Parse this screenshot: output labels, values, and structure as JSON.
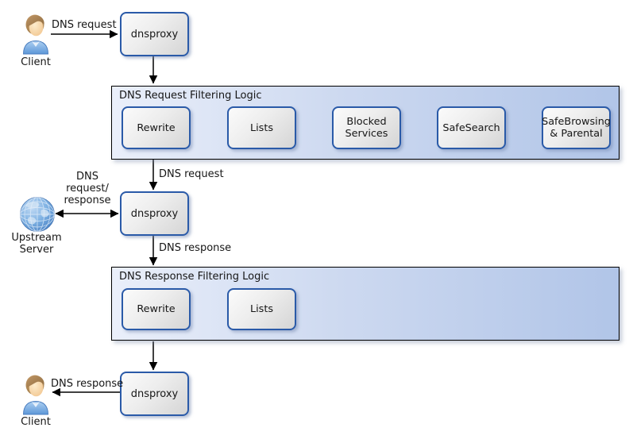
{
  "colors": {
    "node_border_blue": "#2a5aa8",
    "node_fill_light": "#fbfbfb",
    "node_fill_dark": "#d5d5d5",
    "container_fill_left": "#eaeffa",
    "container_fill_right": "#b1c5e8",
    "container_border": "#000000",
    "arrow_color": "#000000",
    "text_color": "#161616"
  },
  "icons": {
    "client_top": "person-icon",
    "upstream": "globe-icon",
    "client_bottom": "person-icon"
  },
  "nodes": {
    "client_top_label": "Client",
    "dnsproxy_top_label": "dnsproxy",
    "upstream_label": "Upstream Server",
    "dnsproxy_middle_label": "dnsproxy",
    "dnsproxy_bottom_label": "dnsproxy",
    "client_bottom_label": "Client"
  },
  "request_pipeline": {
    "title": "DNS Request Filtering Logic",
    "steps": [
      "Rewrite",
      "Lists",
      "Blocked Services",
      "SafeSearch",
      "SafeBrowsing & Parental"
    ]
  },
  "response_pipeline": {
    "title": "DNS Response Filtering Logic",
    "steps": [
      "Rewrite",
      "Lists"
    ]
  },
  "edge_labels": {
    "client_to_proxy": "DNS request",
    "proxy_to_resolver": "DNS request",
    "upstream_exchange": "DNS request/ response",
    "resolver_to_filter": "DNS response",
    "proxy_to_client": "DNS response"
  }
}
